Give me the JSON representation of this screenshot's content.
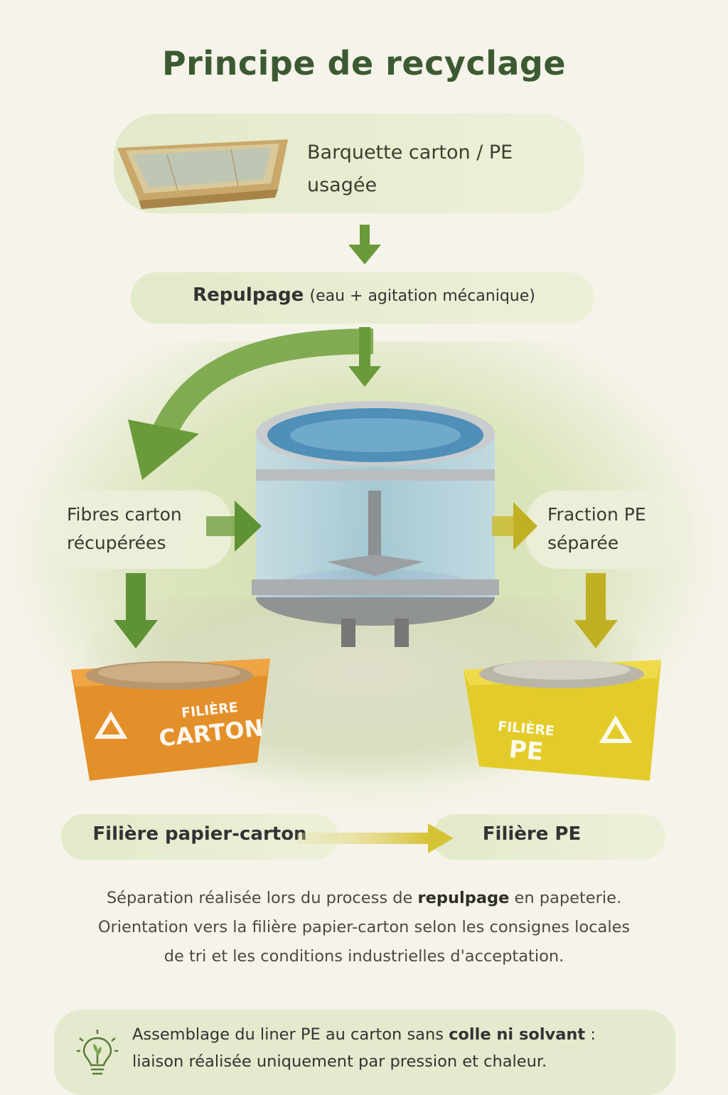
{
  "title": "Principe de recyclage",
  "step1": {
    "line1": "Barquette carton / PE",
    "line2": "usagée",
    "icon": "tray-icon"
  },
  "step2": {
    "bold": "Repulpage",
    "detail": "(eau + agitation mécanique)"
  },
  "pulper": {
    "icon": "pulper-tank-icon"
  },
  "fibres": {
    "line1": "Fibres carton",
    "line2": "récupérées"
  },
  "pe_fraction": {
    "line1": "Fraction PE",
    "line2": "séparée"
  },
  "bins": {
    "carton": {
      "small": "FILIÈRE",
      "big": "CARTON",
      "color": "#e3902a"
    },
    "pe": {
      "small": "FILIÈRE",
      "big": "PE",
      "color": "#e3cc2a"
    }
  },
  "destinations": {
    "left": "Filière papier-carton",
    "right": "Filière PE"
  },
  "description": {
    "part1": "Séparation réalisée lors du process de ",
    "bold": "repulpage",
    "part2": " en papeterie.",
    "line2": "Orientation vers la filière papier-carton selon les consignes locales",
    "line3": "de tri et les conditions industrielles d'acceptation."
  },
  "note": {
    "part1": "Assemblage du liner PE au carton sans ",
    "bold": "colle ni solvant",
    "part2": " :",
    "line2": "liaison réalisée uniquement par pression et chaleur.",
    "icon": "lightbulb-leaf-icon"
  },
  "colors": {
    "green_arrow": "#6a9a3a",
    "yellow_arrow": "#c9b82a",
    "title": "#3c5a32"
  }
}
